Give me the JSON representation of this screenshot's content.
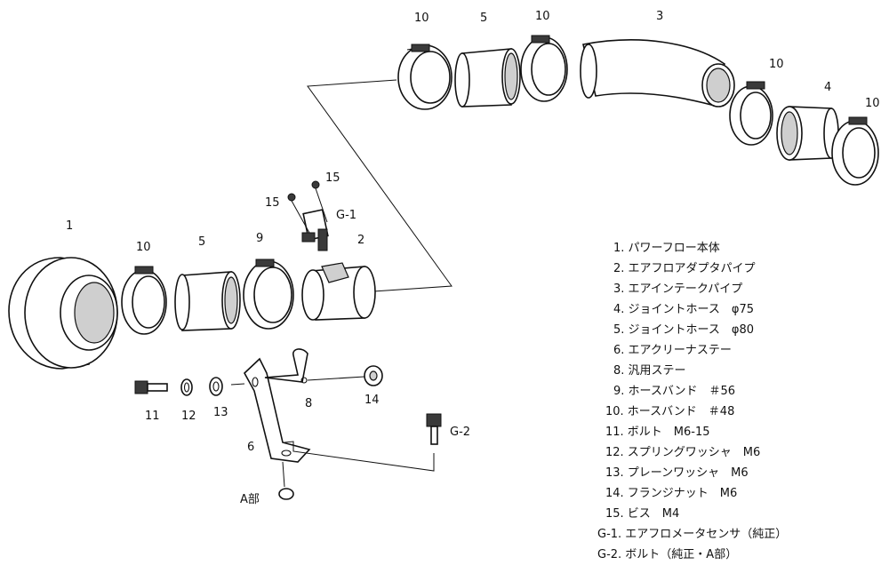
{
  "part_labels": {
    "p10a": "10",
    "p5a": "5",
    "p10b": "10",
    "p3": "3",
    "p10c": "10",
    "p4": "4",
    "p10d": "10",
    "p1": "1",
    "p10e": "10",
    "p5b": "5",
    "p9": "9",
    "p2": "2",
    "p15a": "15",
    "p15b": "15",
    "pG1": "G-1",
    "p11": "11",
    "p12": "12",
    "p13": "13",
    "p8": "8",
    "p14": "14",
    "p6": "6",
    "pG2": "G-2",
    "pA": "A部"
  },
  "legend": [
    "1. パワーフロー本体",
    "2. エアフロアダプタパイプ",
    "3. エアインテークパイプ",
    "4. ジョイントホース　φ75",
    "5. ジョイントホース　φ80",
    "6. エアクリーナステー",
    "8. 汎用ステー",
    "9. ホースバンド　＃56",
    "10. ホースバンド　＃48",
    "11. ボルト　M6-15",
    "12. スプリングワッシャ　M6",
    "13. プレーンワッシャ　M6",
    "14. フランジナット　M6",
    "15. ビス　M4",
    "G-1. エアフロメータセンサ（純正）",
    "G-2. ボルト（純正・A部）"
  ]
}
